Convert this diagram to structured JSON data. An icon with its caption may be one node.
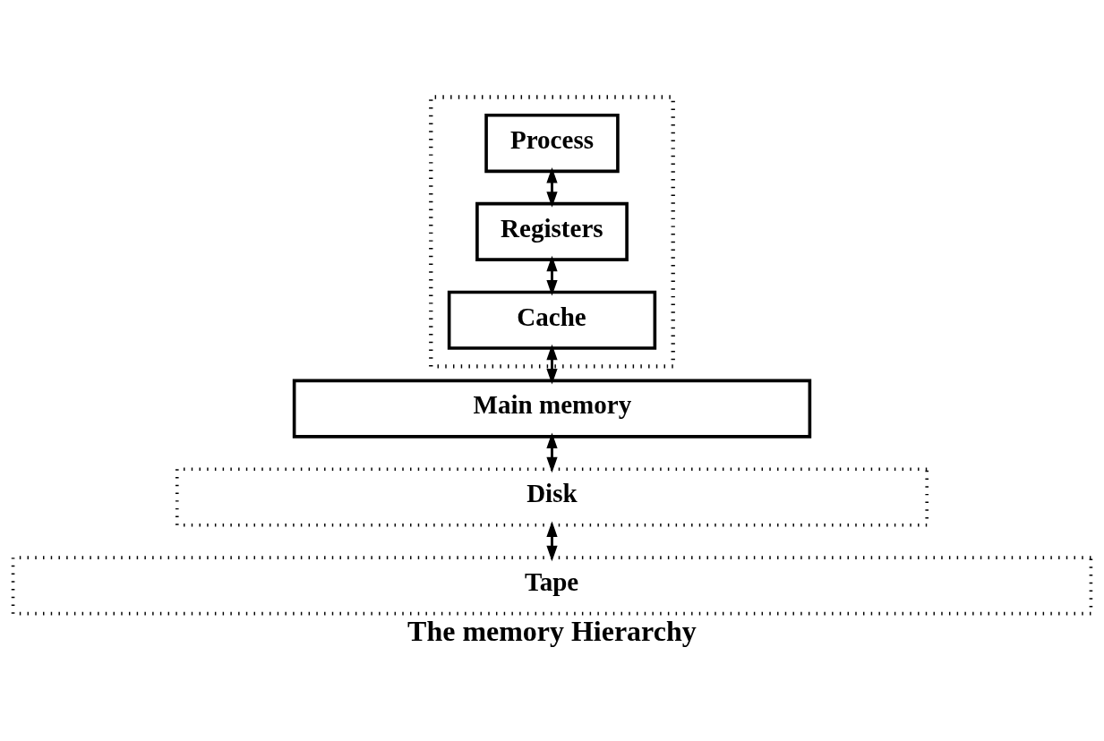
{
  "diagram": {
    "caption": "The memory Hierarchy",
    "nodes": [
      {
        "text": [],
        "shape": "box"
      },
      {
        "text": [
          "Process"
        ],
        "in": 0
      },
      {
        "text": [
          "Registers"
        ],
        "in": 0
      },
      {
        "text": [
          "Cache"
        ],
        "in": 0
      },
      {
        "text": [
          "Main memory"
        ]
      },
      {
        "text": [
          "Disk"
        ]
      },
      {
        "text": [
          "Tape"
        ]
      }
    ],
    "edges": [
      {
        "from": 1,
        "to": 2,
        "arrow": "both"
      },
      {
        "from": 2,
        "to": 3,
        "arrow": "both"
      },
      {
        "from": 3,
        "to": 4,
        "arrow": "both"
      },
      {
        "from": 4,
        "to": 5,
        "arrow": "both"
      },
      {
        "from": 5,
        "to": 6,
        "arrow": "both"
      }
    ]
  }
}
